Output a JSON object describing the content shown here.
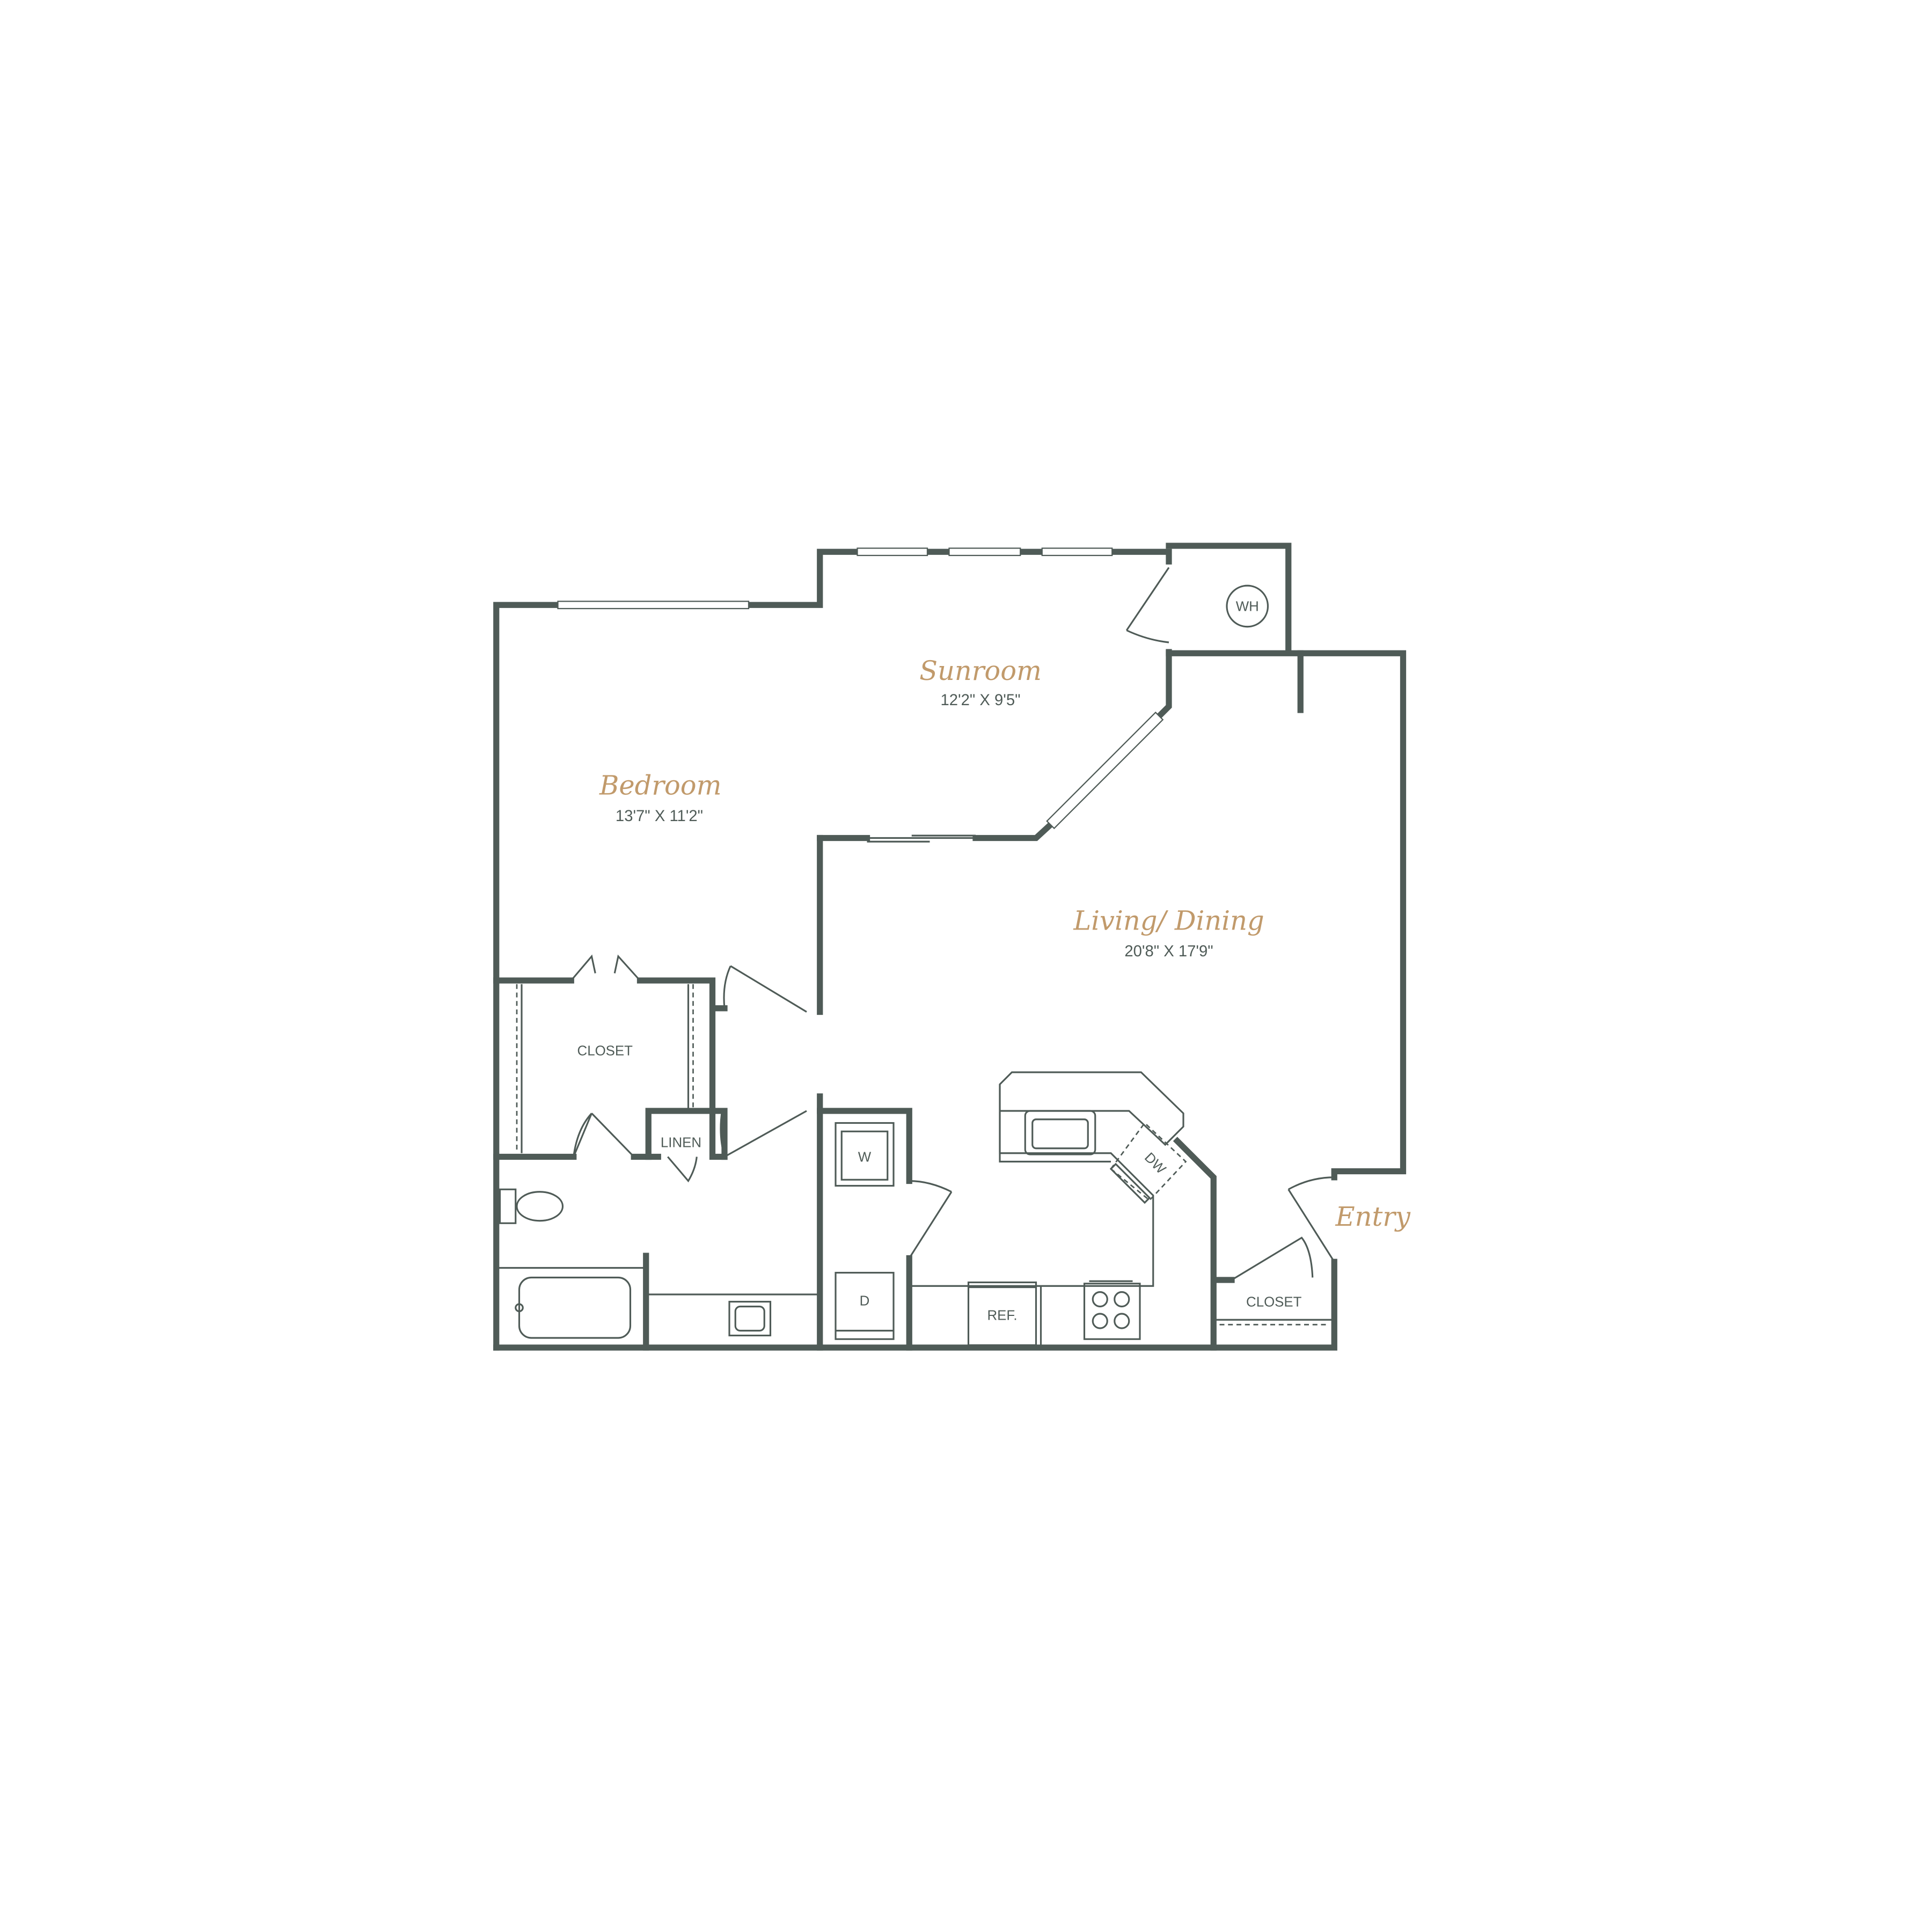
{
  "colors": {
    "wall": "#4f5b57",
    "label": "#c19a6b",
    "background": "#ffffff"
  },
  "rooms": {
    "bedroom": {
      "name": "Bedroom",
      "dims": "13'7\" X 11'2\""
    },
    "sunroom": {
      "name": "Sunroom",
      "dims": "12'2\" X 9'5\""
    },
    "living": {
      "name": "Living/ Dining",
      "dims": "20'8\" X 17'9\""
    },
    "entry": {
      "name": "Entry"
    }
  },
  "fixtures": {
    "bedroom_closet": "CLOSET",
    "linen": "LINEN",
    "water_heater": "WH",
    "washer": "W",
    "dryer": "D",
    "refrigerator": "REF.",
    "dishwasher": "DW",
    "entry_closet": "CLOSET"
  }
}
